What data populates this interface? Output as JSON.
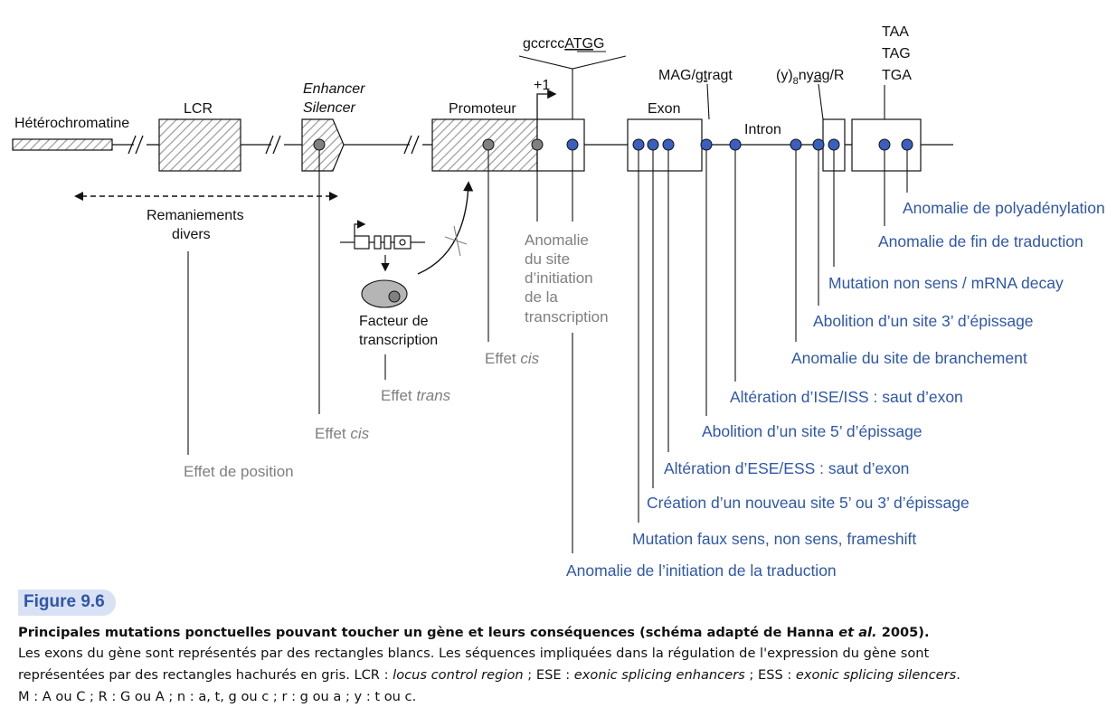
{
  "diagram": {
    "labels": {
      "heterochromatine": "Hétérochromatine",
      "lcr": "LCR",
      "enhancer": "Enhancer",
      "silencer": "Silencer",
      "promoteur": "Promoteur",
      "plus1": "+1",
      "kozak_prefix": "gccrcc",
      "kozak_atg": "ATG",
      "kozak_g": "G",
      "exon": "Exon",
      "intron": "Intron",
      "mag_prefix": "MAG/",
      "mag_gt": "gt",
      "mag_suffix": "ragt",
      "branch_y": "(y)",
      "branch_sub": "8",
      "branch_mid": "ny",
      "branch_ag": "ag",
      "branch_suffix": "/R",
      "stop_taa": "TAA",
      "stop_tag": "TAG",
      "stop_tga": "TGA",
      "remaniements_1": "Remaniements",
      "remaniements_2": "divers",
      "facteur_1": "Facteur de",
      "facteur_2": "transcription"
    },
    "gray_consequences": {
      "effet_position": "Effet de position",
      "effet_cis_enhancer_word": "Effet ",
      "effet_cis_enhancer_italic": "cis",
      "effet_trans_word": "Effet ",
      "effet_trans_italic": "trans",
      "effet_cis_promoteur_word": "Effet ",
      "effet_cis_promoteur_italic": "cis",
      "anomalie_site_1": "Anomalie",
      "anomalie_site_2": "du site",
      "anomalie_site_3": "d’initiation",
      "anomalie_site_4": "de la",
      "anomalie_site_5": "transcription"
    },
    "blue_consequences": [
      "Anomalie de polyadénylation",
      "Anomalie de fin de traduction",
      "Mutation non sens / mRNA decay",
      "Abolition d’un site 3’ d’épissage",
      "Anomalie du site de branchement",
      "Altération d’ISE/ISS : saut d’exon",
      "Abolition d’un site 5’ d’épissage",
      "Altération d’ESE/ESS : saut d’exon",
      "Création d’un nouveau site 5’ ou 3’ d’épissage",
      "Mutation faux sens, non sens, frameshift",
      "Anomalie de l’initiation de la traduction"
    ],
    "colors": {
      "blue_text": "#2f57a8",
      "gray_text": "#7f7f7f",
      "blue_dot": "#3a5fbf",
      "gray_dot": "#808080",
      "hatch": "#9a9a9a"
    }
  },
  "caption": {
    "figure_label": "Figure 9.6",
    "title_main": "Principales mutations ponctuelles pouvant toucher un gène et leurs conséquences (schéma adapté de Hanna ",
    "title_etal": "et al.",
    "title_end": " 2005).",
    "line1": "Les exons du gène sont représentés par des rectangles blancs. Les séquences impliquées dans la régulation de l'expression du gène sont",
    "line2_a": "représentées par des rectangles hachurés en gris. LCR : ",
    "line2_lcr": "locus control region",
    "line2_b": " ; ESE : ",
    "line2_ese": "exonic splicing enhancers",
    "line2_c": " ; ESS : ",
    "line2_ess": "exonic splicing silencers",
    "line2_d": ".",
    "line3": "M : A ou C ; R : G ou A ; n : a, t, g ou c ; r : g ou a ; y : t ou c."
  }
}
